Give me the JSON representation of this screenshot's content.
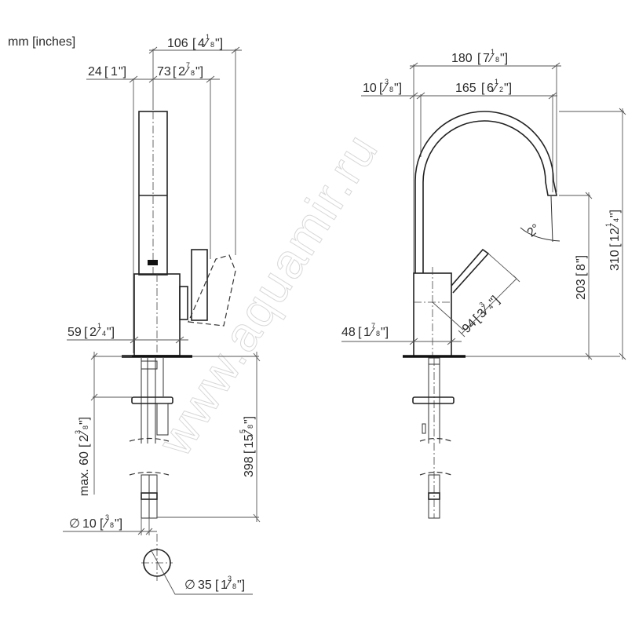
{
  "units_label": "mm [inches]",
  "watermark": "www.aquamir.ru",
  "colors": {
    "background": "#ffffff",
    "line": "#222222",
    "text": "#2a2a2a",
    "watermark": "#d8d8d8"
  },
  "side_view": {
    "dimensions": {
      "overall_depth": {
        "mm": "106",
        "in_whole": "4",
        "in_num": "1",
        "in_den": "8"
      },
      "spout_offset": {
        "mm": "24",
        "in_whole": "1",
        "in_num": "",
        "in_den": ""
      },
      "handle_reach": {
        "mm": "73",
        "in_whole": "2",
        "in_num": "7",
        "in_den": "8"
      },
      "body_width": {
        "mm": "59",
        "in_whole": "2",
        "in_num": "1",
        "in_den": "4"
      },
      "max_deck_thickness": {
        "prefix": "max.",
        "mm": "60",
        "in_whole": "2",
        "in_num": "3",
        "in_den": "8"
      },
      "hose_length": {
        "mm": "398",
        "in_whole": "15",
        "in_num": "5",
        "in_den": "8"
      },
      "hose_diameter": {
        "symbol": "∅",
        "mm": "10",
        "in_whole": "",
        "in_num": "3",
        "in_den": "8"
      },
      "hole_diameter": {
        "symbol": "∅",
        "mm": "35",
        "in_whole": "1",
        "in_num": "3",
        "in_den": "8"
      }
    }
  },
  "front_view": {
    "dimensions": {
      "spout_reach": {
        "mm": "180",
        "in_whole": "7",
        "in_num": "1",
        "in_den": "8"
      },
      "spout_inner_reach": {
        "mm": "165",
        "in_whole": "6",
        "in_num": "1",
        "in_den": "2"
      },
      "spout_tube": {
        "mm": "10",
        "in_whole": "",
        "in_num": "3",
        "in_den": "8"
      },
      "overall_height": {
        "mm": "310",
        "in_whole": "12",
        "in_num": "1",
        "in_den": "4"
      },
      "outlet_height": {
        "mm": "203",
        "in_whole": "8",
        "in_num": "",
        "in_den": ""
      },
      "handle_length": {
        "mm": "94",
        "in_whole": "3",
        "in_num": "3",
        "in_den": "4"
      },
      "body_width": {
        "mm": "48",
        "in_whole": "1",
        "in_num": "7",
        "in_den": "8"
      },
      "spray_angle": "2°"
    }
  }
}
